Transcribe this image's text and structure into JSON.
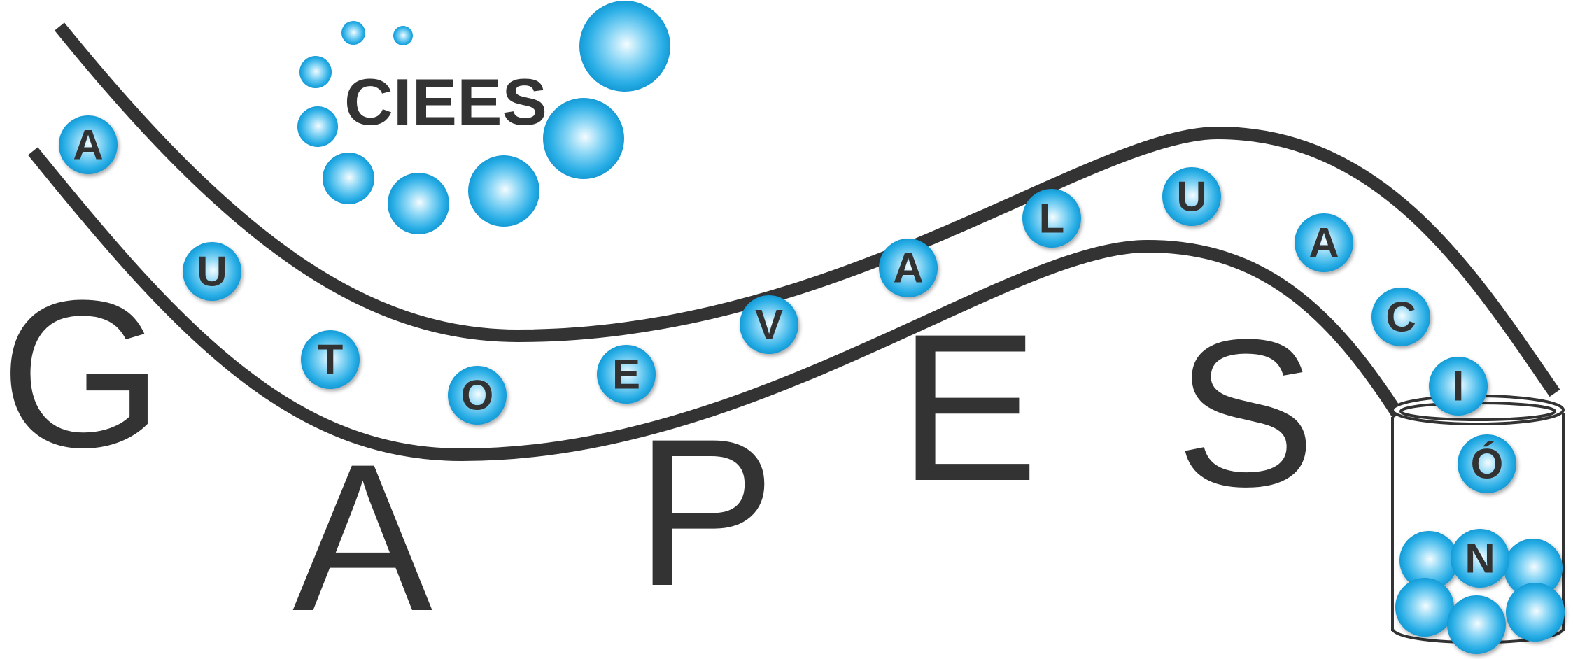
{
  "logo": {
    "brand_mark": "CIEES",
    "big_letters": [
      "G",
      "A",
      "P",
      "E",
      "S"
    ],
    "tube_letters": [
      "A",
      "U",
      "T",
      "O",
      "E",
      "V",
      "A",
      "L",
      "U",
      "A",
      "C",
      "I",
      "Ó",
      "N"
    ],
    "colors": {
      "ink": "#333333",
      "sphere_light": "#e8f8ff",
      "sphere_mid": "#5cc6f0",
      "sphere_dark": "#0096d6",
      "background": "#ffffff"
    }
  }
}
